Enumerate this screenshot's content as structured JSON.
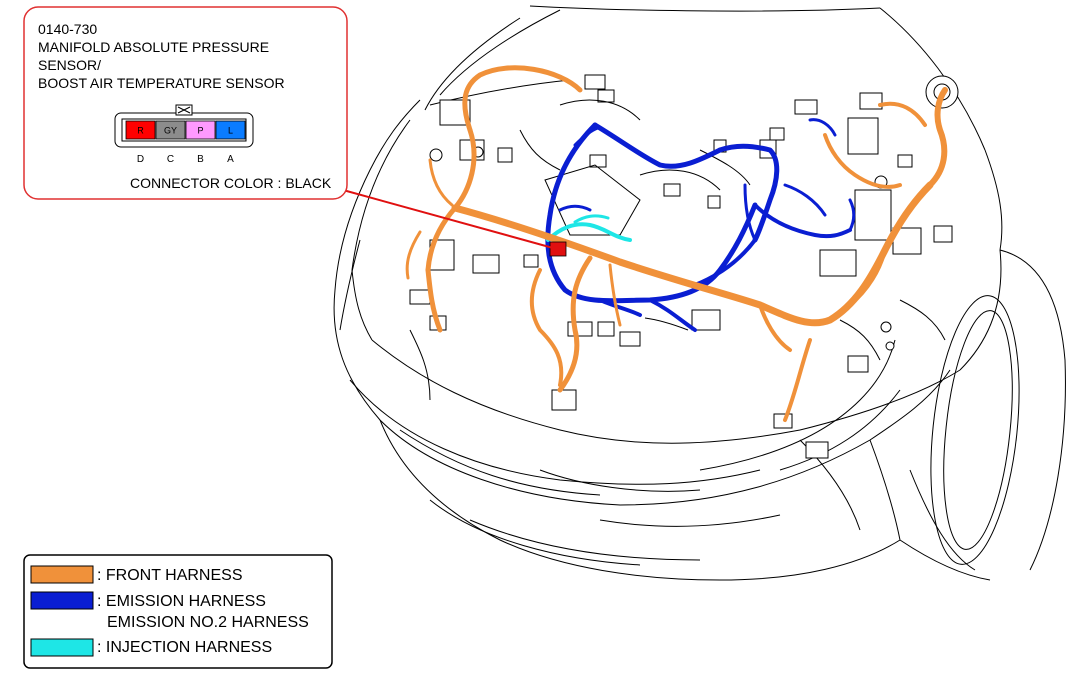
{
  "callout": {
    "code": "0140-730",
    "line1": "MANIFOLD ABSOLUTE PRESSURE",
    "line2": "SENSOR/",
    "line3": "BOOST AIR TEMPERATURE SENSOR",
    "connector_color": "CONNECTOR COLOR : BLACK",
    "pins": [
      {
        "letter": "D",
        "label": "R",
        "color": "#ff0000"
      },
      {
        "letter": "C",
        "label": "GY",
        "color": "#8c8c8c"
      },
      {
        "letter": "B",
        "label": "P",
        "color": "#ff99ff"
      },
      {
        "letter": "A",
        "label": "L",
        "color": "#0a7cff"
      }
    ]
  },
  "legend": {
    "items": [
      {
        "label": ": FRONT HARNESS",
        "color": "#f0913a"
      },
      {
        "label": ": EMISSION HARNESS",
        "color": "#0a1ed2"
      },
      {
        "label": "EMISSION NO.2 HARNESS",
        "color": ""
      },
      {
        "label": ": INJECTION HARNESS",
        "color": "#1ee6e6"
      }
    ]
  },
  "colors": {
    "front_harness": "#f0913a",
    "emission_harness": "#0a1ed2",
    "injection_harness": "#1ee6e6",
    "callout_border": "#e03030",
    "leader_line": "#e01010",
    "sensor_marker": "#e01010"
  }
}
